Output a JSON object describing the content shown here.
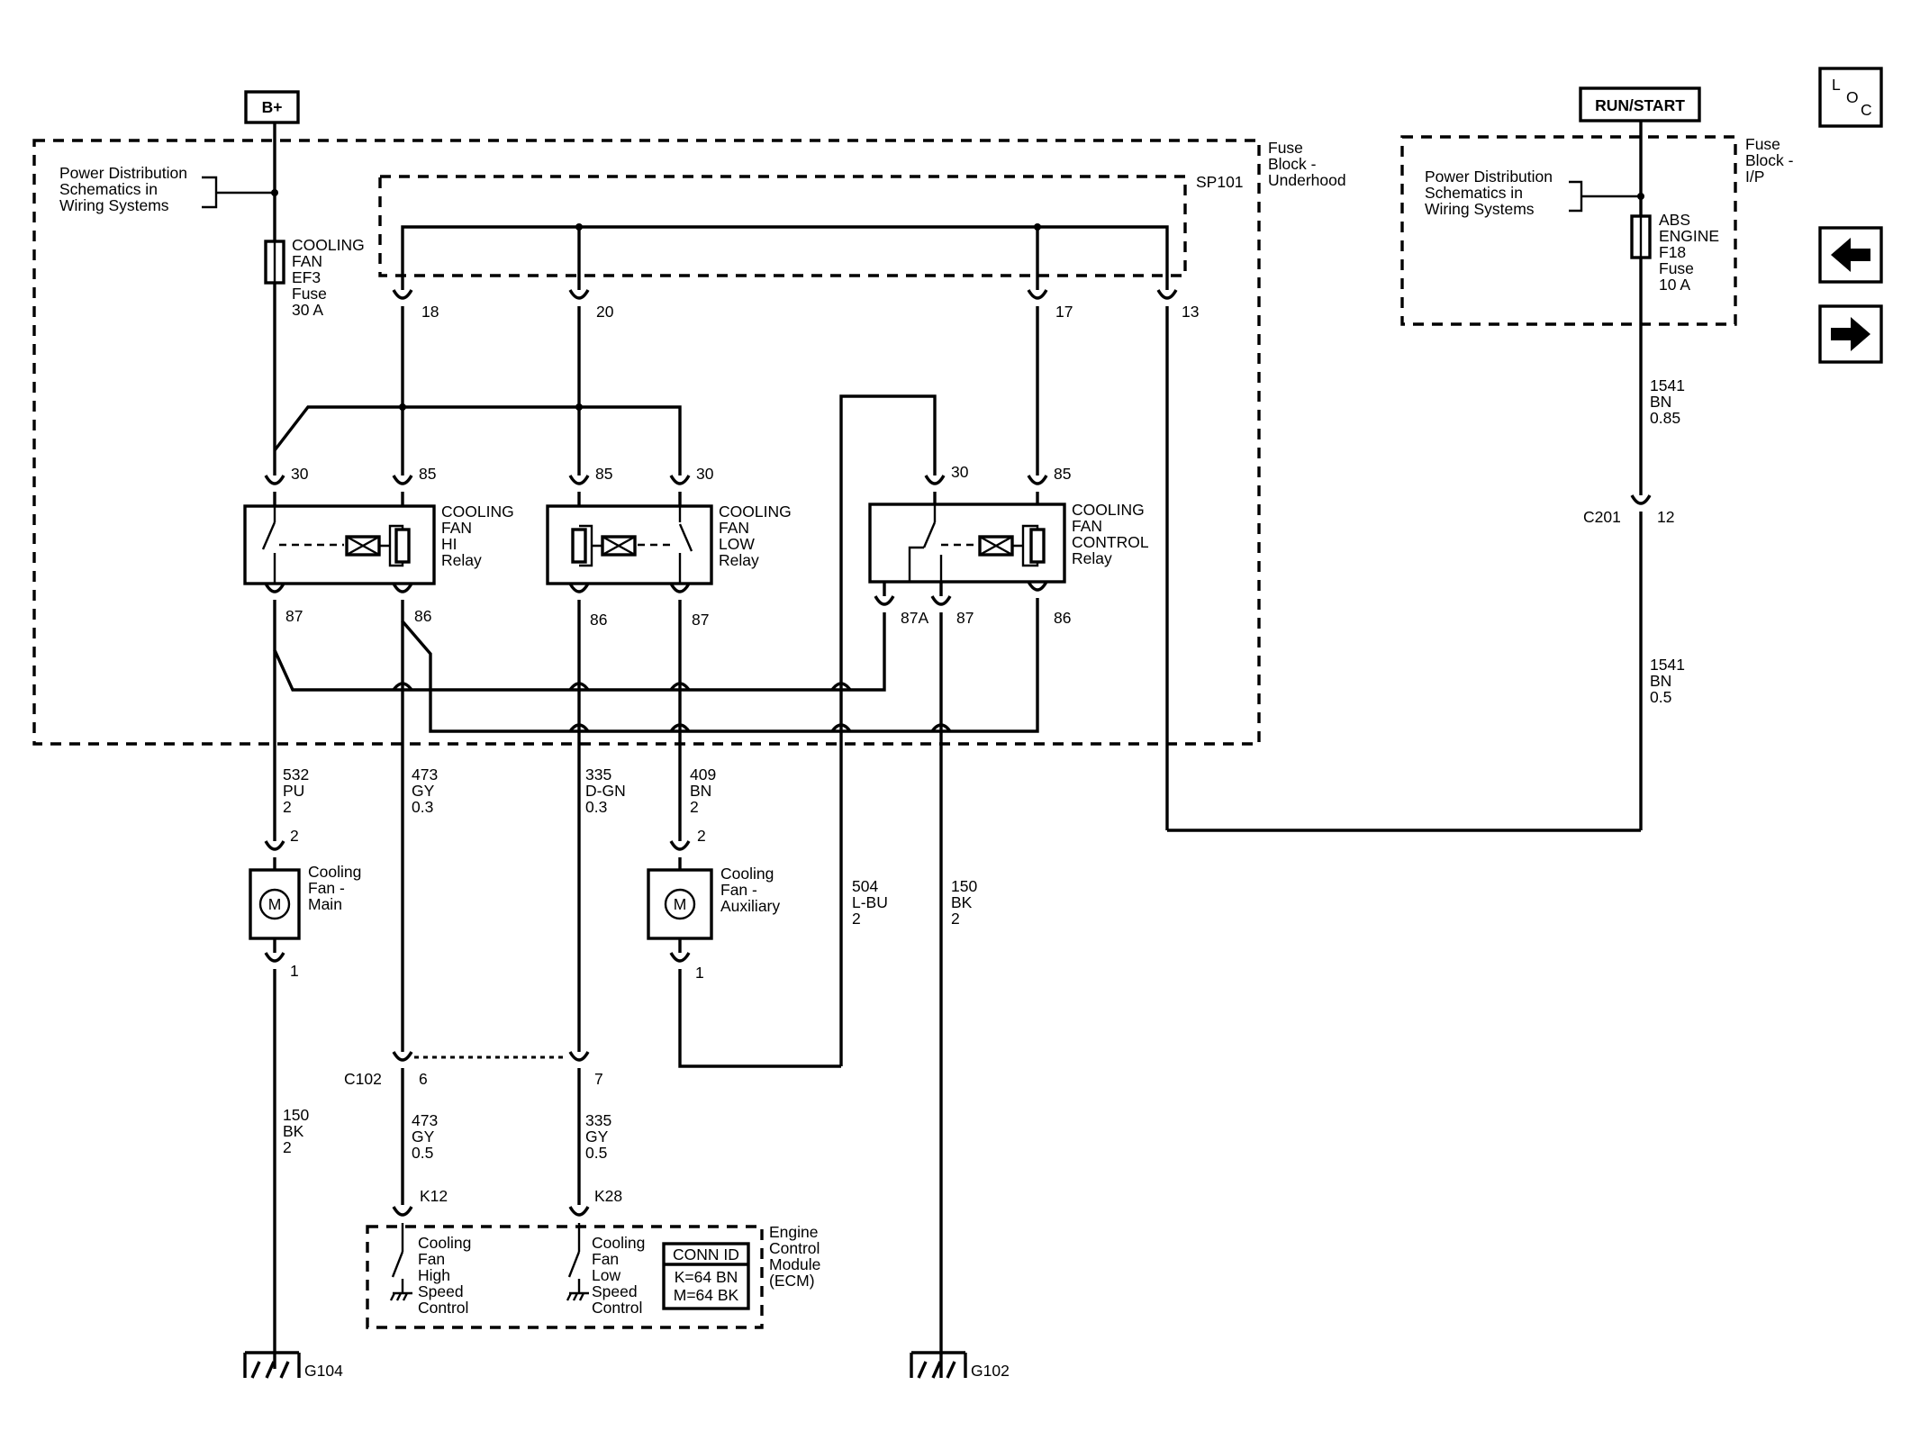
{
  "supplies": {
    "bplus": "B+",
    "run_start": "RUN/START"
  },
  "nav": {
    "loc_l": "L",
    "loc_o": "O",
    "loc_c": "C"
  },
  "fuse_block_underhood": {
    "title": [
      "Fuse",
      "Block -",
      "Underhood"
    ],
    "splice": "SP101",
    "power_note": [
      "Power Distribution",
      "Schematics in",
      "Wiring Systems"
    ],
    "fuse": [
      "COOLING",
      "FAN",
      "EF3",
      "Fuse",
      "30 A"
    ],
    "terminals": {
      "t18": "18",
      "t20": "20",
      "t17": "17",
      "t13": "13"
    }
  },
  "fuse_block_ip": {
    "title": [
      "Fuse",
      "Block -",
      "I/P"
    ],
    "power_note": [
      "Power Distribution",
      "Schematics in",
      "Wiring Systems"
    ],
    "fuse": [
      "ABS",
      "ENGINE",
      "F18",
      "Fuse",
      "10 A"
    ]
  },
  "relays": {
    "hi": {
      "label": [
        "COOLING",
        "FAN",
        "HI",
        "Relay"
      ],
      "p30": "30",
      "p85": "85",
      "p87": "87",
      "p86": "86"
    },
    "low": {
      "label": [
        "COOLING",
        "FAN",
        "LOW",
        "Relay"
      ],
      "p85": "85",
      "p30": "30",
      "p86": "86",
      "p87": "87"
    },
    "control": {
      "label": [
        "COOLING",
        "FAN",
        "CONTROL",
        "Relay"
      ],
      "p30": "30",
      "p85": "85",
      "p87a": "87A",
      "p87": "87",
      "p86": "86"
    }
  },
  "wires": {
    "w532": [
      "532",
      "PU",
      "2"
    ],
    "w473a": [
      "473",
      "GY",
      "0.3"
    ],
    "w335a": [
      "335",
      "D-GN",
      "0.3"
    ],
    "w409": [
      "409",
      "BN",
      "2"
    ],
    "w504": [
      "504",
      "L-BU",
      "2"
    ],
    "w150b": [
      "150",
      "BK",
      "2"
    ],
    "w150a": [
      "150",
      "BK",
      "2"
    ],
    "w473b": [
      "473",
      "GY",
      "0.5"
    ],
    "w335b": [
      "335",
      "GY",
      "0.5"
    ],
    "w1541a": [
      "1541",
      "BN",
      "0.85"
    ],
    "w1541b": [
      "1541",
      "BN",
      "0.5"
    ]
  },
  "connectors": {
    "c201": "C201",
    "c201_pin": "12",
    "c102": "C102",
    "c102_pin6": "6",
    "c102_pin7": "7",
    "k12": "K12",
    "k28": "K28"
  },
  "motors": {
    "main": {
      "symbol": "M",
      "label": [
        "Cooling",
        "Fan -",
        "Main"
      ],
      "pin_top": "2",
      "pin_bot": "1"
    },
    "aux": {
      "symbol": "M",
      "label": [
        "Cooling",
        "Fan -",
        "Auxiliary"
      ],
      "pin_top": "2",
      "pin_bot": "1"
    }
  },
  "ecm": {
    "title": [
      "Engine",
      "Control",
      "Module",
      "(ECM)"
    ],
    "high": [
      "Cooling",
      "Fan",
      "High",
      "Speed",
      "Control"
    ],
    "low": [
      "Cooling",
      "Fan",
      "Low",
      "Speed",
      "Control"
    ],
    "conn_header": "CONN ID",
    "conn_rows": [
      "K=64 BN",
      "M=64 BK"
    ]
  },
  "grounds": {
    "g104": "G104",
    "g102": "G102"
  }
}
